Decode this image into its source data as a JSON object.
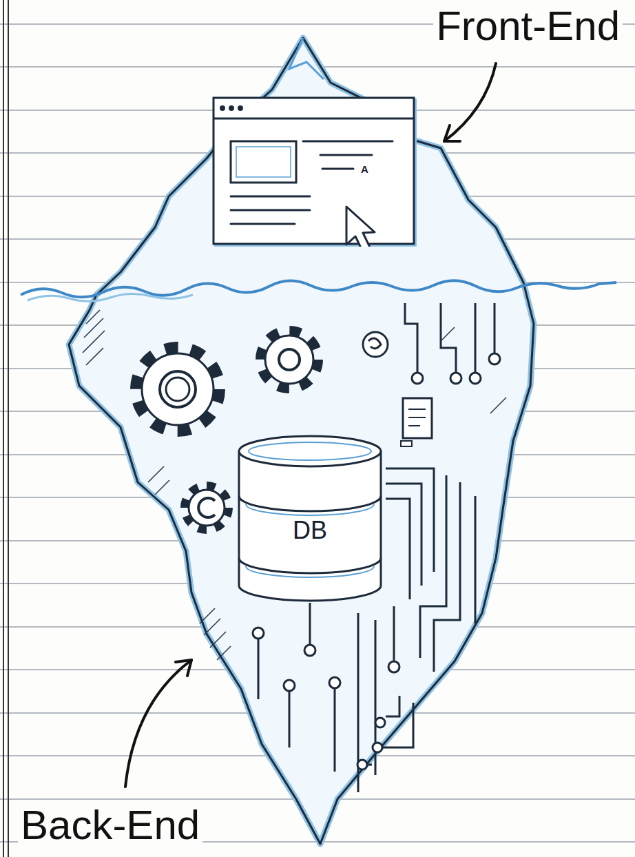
{
  "diagram": {
    "nodes": [
      {
        "text": [
          "A"
        ]
      },
      {
        "text": [
          "DB"
        ]
      }
    ],
    "labels": [
      "Front-End",
      "Back-End"
    ]
  }
}
